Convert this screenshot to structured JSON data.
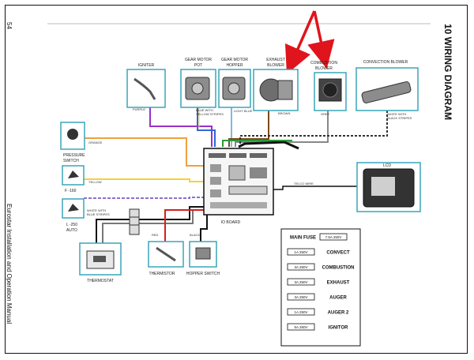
{
  "page": {
    "number": "54",
    "title": "10 WIRING DIAGRAM",
    "footer": "Eurostar Installation and Operation Manual"
  },
  "components": {
    "igniter": "IGNITER",
    "gear_motor_pot": [
      "GEAR MOTOR",
      "POT"
    ],
    "gear_motor_hopper": [
      "GEAR MOTOR",
      "HOPPER"
    ],
    "exhaust_blower": [
      "EXHAUST",
      "BLOWER"
    ],
    "combustion_blower": [
      "COMBUSTION",
      "BLOWER"
    ],
    "convection_blower": "CONVECTION BLOWER",
    "pressure_switch": [
      "PRESSURE",
      "SWITCH"
    ],
    "f160": "F -160",
    "l250": [
      "L -250",
      "AUTO"
    ],
    "thermostat": "THERMOSTAT",
    "thermistor": "THERMISTOR",
    "hopper_switch": "HOPPER SWITCH",
    "io_board": "IO BOARD",
    "lcd": "LCD"
  },
  "wire_labels": {
    "purple": "PURPLE",
    "blue_yellow": [
      "BLUE WITH",
      "YELLOW STRIPES"
    ],
    "light_blue": "LIGHT BLUE",
    "brown": "BROWN",
    "grey": "GREY",
    "white_black": [
      "WHITE WITH",
      "BLACK STRIPES"
    ],
    "orange": "ORANGE",
    "yellow": "YELLOW",
    "white_blue": [
      "WHITE WITH",
      "BLUE STRIPES"
    ],
    "telco": "TELCO WIRE",
    "red": "RED",
    "black": "BLACK"
  },
  "fuse_table": {
    "rows": [
      {
        "rating": "7.5A 250V",
        "label": "MAIN FUSE"
      },
      {
        "rating": "1A 250V",
        "label": "CONVECT"
      },
      {
        "rating": "3A 250V",
        "label": "COMBUSTION"
      },
      {
        "rating": "3A 250V",
        "label": "EXHAUST"
      },
      {
        "rating": "3A 250V",
        "label": "AUGER"
      },
      {
        "rating": "1A 250V",
        "label": "AUGER 2"
      },
      {
        "rating": "5A 250V",
        "label": "IGNITOR"
      }
    ]
  },
  "colors": {
    "arrow": "#e0141c",
    "component_frame": "#3aa6b9",
    "purple_wire": "#9b30c8",
    "blue_yellow_wire": "#3a63d8",
    "light_blue_wire": "#7fb8e8",
    "orange_wire": "#f0a040",
    "yellow_wire": "#f2d23a",
    "red_wire": "#d42020",
    "green_wire": "#2a9a3a"
  }
}
